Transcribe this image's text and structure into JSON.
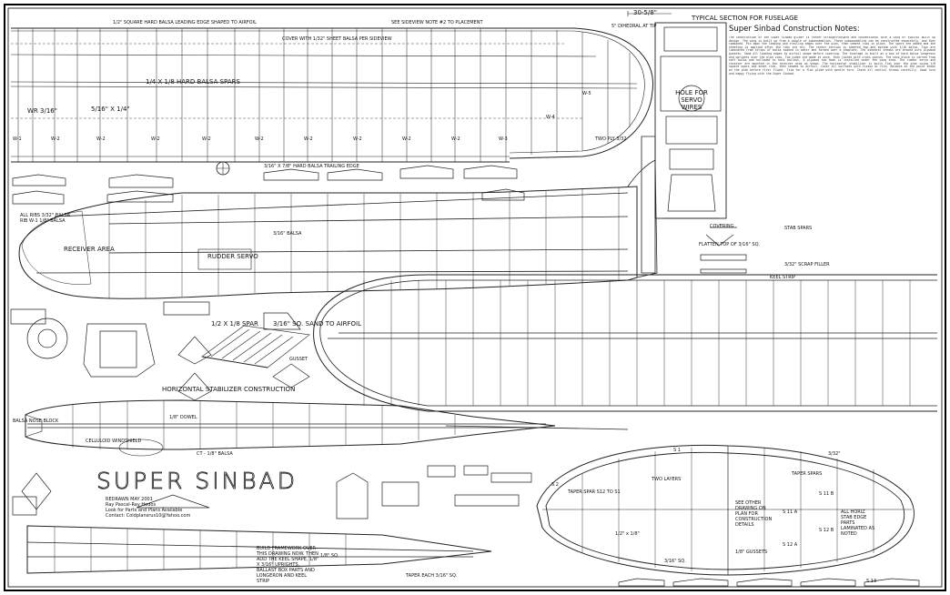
{
  "plan": {
    "title": "SUPER SINBAD",
    "credits": [
      "REDRAWN MAY 2001",
      "Ray Pascal-Ray Hodos",
      "Look for Parts and Plans Available",
      "Contact: Coldplansrus10@Yahoo.com"
    ],
    "section_title": "TYPICAL SECTION FOR FUSELAGE",
    "notes_title": "Super Sinbad Construction Notes:",
    "notes_text": "The construction of the Super Sinbad glider is rather straightforward and conventional with a wing of typical built up design. The wing is built up from a couple of subassemblies. These subassemblies can be constructed separately, and then combined. Pin down the leading and trailing edges over the plan, then cement ribs in place. The spars are added and the sheeting is applied after the ribs are dry. The center section is sheeted top and bottom with 1/16 balsa. Tips are laminated from strips of balsa soaked in water and formed over a template. The dihedral breaks are braced with plywood gussets. Sand all leading edges to airfoil shape before covering. The fuselage is built as a box of hard balsa longerons and uprights over the plan view. Two sides are made at once, then joined with cross pieces. The nose block is carved from soft balsa and hollowed to hold ballast. A plywood tow hook is installed under the wing area. The rudder servo and receiver are mounted in the receiver area as shown. The horizontal stabilizer is built flat over the plan using 1/8 square spars and sheet ribs, then sanded to airfoil. Cover all surfaces with tissue or film. Balance at the point shown on the plan before first flight. Trim for a flat glide with gentle turn. Check all control throws carefully. Good luck and happy flying with the Super Sinbad.",
    "labels": {
      "top_edge": "1/2\" SQUARE HARD BALSA LEADING EDGE SHAPED TO AIRFOIL",
      "see_side": "SEE SIDEVIEW NOTE #2 TO PLACEMENT",
      "cover": "COVER WITH 1/32\" SHEET BALSA PER SIDEVIEW",
      "dihedral": "30-5/8\"",
      "dihedral_note": "5\" DIHEDRAL AT TIP",
      "spars": "1/4 X 1/8 HARD BALSA SPARS",
      "wr": "WR 3/16\"",
      "spar_size": "5/16\" X 1/4\"",
      "trailing": "3/16\" X 7/8\" HARD BALSA TRAILING EDGE",
      "w1": "W-1",
      "w2": "W-2",
      "w3": "W-3",
      "w4": "W-4",
      "w5": "W-5",
      "two_ply": "TWO PLY 3/32",
      "hole": "HOLE FOR SERVO WIRES",
      "ribs": "ALL RIBS 3/32\" BALSA",
      "rib_w1": "RIB W-1 1/8\" BALSA",
      "rudder_servo": "RUDDER SERVO",
      "receiver": "RECEIVER AREA",
      "stab_title": "HORIZONTAL STABILIZER CONSTRUCTION",
      "stab_spar": "1/2 X 1/8 SPAR",
      "stab_sand": "3/16\" SQ. SAND TO AIRFOIL",
      "gusset": "GUSSET",
      "celluloid": "CELLULOID WINDSHIELD",
      "ct": "CT - 1/8\" BALSA",
      "dowel": "1/8\" DOWEL",
      "balsa_nose": "BALSA NOSE BLOCK",
      "taper_spar": "TAPER SPAR S12 TO S1",
      "two_layers": "TWO LAYERS",
      "see_other": "SEE OTHER DRAWING ON PLAN FOR CONSTRUCTION DETAILS",
      "half_by_eighth": "1/2\" x 1/8\"",
      "sq_316": "3/16\" SQ.",
      "gussets": "1/8\" GUSSETS",
      "all_horiz": "ALL HORIZ STAB EDGE PARTS LAMINATED AS NOTED",
      "taper_each": "TAPER EACH 3/16\" SQ.",
      "build": "BUILD FRAMEWORK OVER THIS DRAWING NOW. THEN ADD THE KEEL SHAPE, 1/8\" X 3/16\" UPRIGHTS, BALLAST BOX PARTS AND LONGERON AND KEEL STRIP",
      "flatten_top": "FLATTEN TOP OF 3/16\" SQ.",
      "covering": "COVERING",
      "stab_spars": "STAB SPARS",
      "scrap": "3/32\" SCRAP FILLER",
      "keel": "KEEL STRIP",
      "taper_spars": "TAPER SPARS",
      "thirty_second": "3/32\"",
      "s11b": "S 11 B",
      "s12b": "S 12 B",
      "s11a": "S 11 A",
      "s12a": "S 12 A",
      "s1": "S 1",
      "s2": "S 2",
      "s13": "S 13",
      "eighth_sq": "1/8\" SQ.",
      "balsa": "3/16\" BALSA"
    }
  }
}
